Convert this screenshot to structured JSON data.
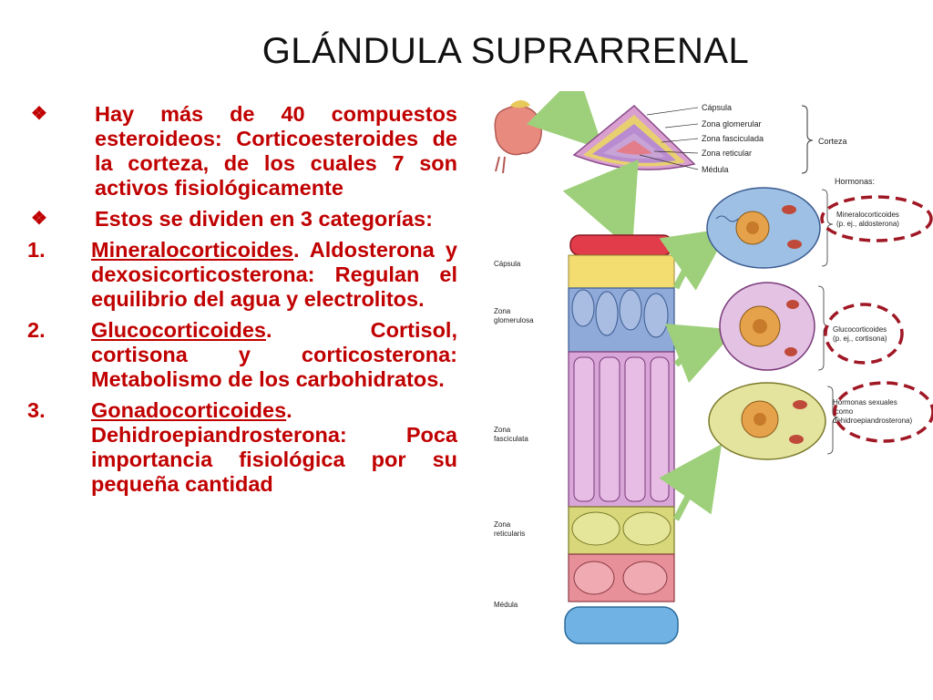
{
  "title": "GLÁNDULA SUPRARRENAL",
  "bullets": [
    {
      "marker": "❖",
      "text": "Hay más de 40 compuestos esteroideos: Corticoesteroides de la corteza, de los cuales 7 son activos fisiológicamente"
    },
    {
      "marker": "❖",
      "text": "Estos se dividen en 3 categorías:"
    }
  ],
  "list": [
    {
      "marker": "1.",
      "term": "Mineralocorticoides",
      "rest": ". Aldosterona y dexosicorticosterona: Regulan el equilibrio del agua y electrolitos."
    },
    {
      "marker": "2.",
      "term": "Glucocorticoides",
      "rest": ". Cortisol, cortisona y corticosterona: Metabolismo de los carbohidratos."
    },
    {
      "marker": "3.",
      "term": "Gonadocorticoides",
      "rest": ". Dehidroepiandrosterona: Poca importancia fisiológica por su pequeña cantidad"
    }
  ],
  "figure": {
    "top_labels": [
      "Cápsula",
      "Zona glomerular",
      "Zona fasciculada",
      "Zona reticular",
      "Médula"
    ],
    "corteza": "Corteza",
    "hormonas": "Hormonas:",
    "hormone_labels": [
      {
        "line1": "Mineralocorticoides",
        "line2": "(p. ej., aldosterona)"
      },
      {
        "line1": "Glucocorticoides",
        "line2": "(p. ej., cortisona)"
      },
      {
        "line1": "Hormonas sexuales",
        "line2": "(como",
        "line3": "dehidroepiandrosterona)"
      }
    ],
    "left_labels": [
      {
        "line1": "Cápsula"
      },
      {
        "line1": "Zona",
        "line2": "glomerulosa"
      },
      {
        "line1": "Zona",
        "line2": "fasciculata"
      },
      {
        "line1": "Zona",
        "line2": "reticularis"
      },
      {
        "line1": "Médula"
      }
    ],
    "colors": {
      "text_red": "#c00000",
      "circle_red": "#a01825",
      "capsule_red": "#e23b4a",
      "zone_yellow": "#f3dc70",
      "glomerular_blue": "#8fa9d8",
      "fasciculata_pink": "#d9a6d8",
      "reticular_olive": "#d8d87a",
      "medulla_pink": "#e8909a",
      "vessel_blue": "#6fb2e3",
      "arrow_green": "#9ecf7a"
    }
  }
}
